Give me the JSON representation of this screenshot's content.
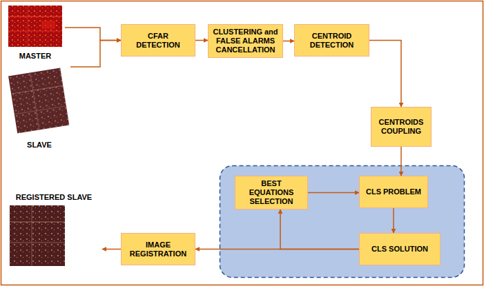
{
  "diagram": {
    "nodes": [
      {
        "text": [
          "MASTER"
        ]
      },
      {
        "text": [
          "SLAVE"
        ]
      },
      {
        "text": [
          "CFAR DETECTION"
        ]
      },
      {
        "text": [
          "CLUSTERING and FALSE ALARMS CANCELLATION"
        ]
      },
      {
        "text": [
          "CENTROID DETECTION"
        ]
      },
      {
        "text": [
          "CENTROIDS COUPLING"
        ]
      },
      {
        "text": [
          "BEST EQUATIONS SELECTION"
        ]
      },
      {
        "text": [
          "CLS PROBLEM"
        ]
      },
      {
        "text": [
          "CLS SOLUTION"
        ]
      },
      {
        "text": [
          "IMAGE REGISTRATION"
        ]
      },
      {
        "text": [
          "REGISTERED SLAVE"
        ]
      }
    ],
    "edges": [
      {
        "from": 0,
        "to": 2,
        "arrow": "to"
      },
      {
        "from": 1,
        "to": 2,
        "arrow": "to"
      },
      {
        "from": 2,
        "to": 3,
        "arrow": "to"
      },
      {
        "from": 3,
        "to": 4,
        "arrow": "to"
      },
      {
        "from": 4,
        "to": 5,
        "arrow": "to"
      },
      {
        "from": 5,
        "to": 7,
        "arrow": "to"
      },
      {
        "from": 6,
        "to": 7,
        "arrow": "to"
      },
      {
        "from": 7,
        "to": 8,
        "arrow": "to"
      },
      {
        "from": 8,
        "to": 6,
        "arrow": "to"
      },
      {
        "from": 8,
        "to": 9,
        "arrow": "to"
      },
      {
        "from": 9,
        "to": 10,
        "arrow": "to"
      }
    ]
  }
}
